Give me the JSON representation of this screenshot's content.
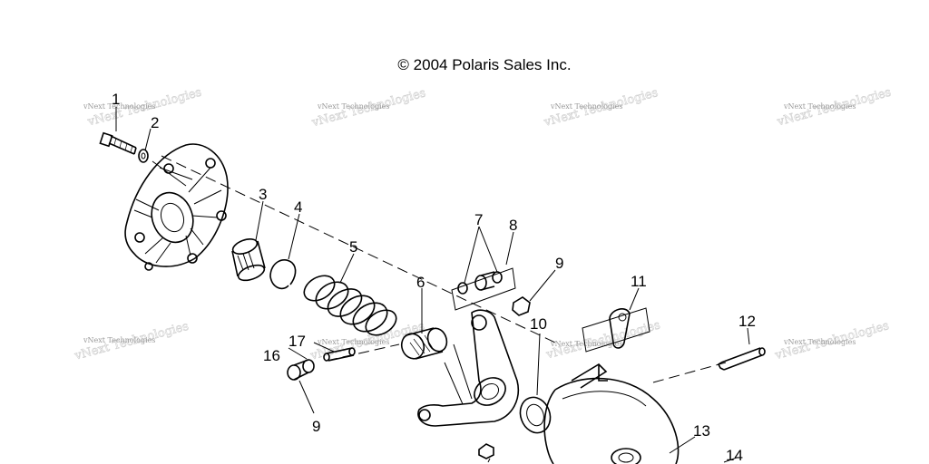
{
  "header": {
    "copyright": "© 2004 Polaris Sales Inc."
  },
  "watermark": {
    "text": "vNext Technologies"
  },
  "callouts": {
    "c1": "1",
    "c2": "2",
    "c3": "3",
    "c4": "4",
    "c5": "5",
    "c6": "6",
    "c7": "7",
    "c8": "8",
    "c9a": "9",
    "c10": "10",
    "c11": "11",
    "c12": "12",
    "c16": "16",
    "c17": "17",
    "c9b": "9",
    "c13": "13",
    "c14": "14"
  }
}
